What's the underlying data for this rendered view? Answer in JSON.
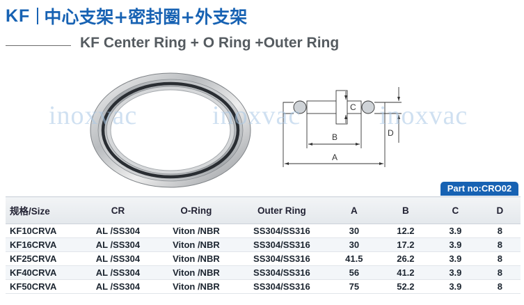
{
  "header": {
    "prefix": "KF",
    "title_cn": "中心支架+密封圈+外支架",
    "subtitle": "KF Center Ring + O Ring +Outer Ring"
  },
  "watermark": {
    "text": "inoxvac"
  },
  "drawing": {
    "label_a": "A",
    "label_b": "B",
    "label_c": "C",
    "label_d": "D"
  },
  "part_no": "Part no:CRO02",
  "table": {
    "headers": {
      "size": "规格/Size",
      "cr": "CR",
      "oring": "O-Ring",
      "outer": "Outer Ring",
      "a": "A",
      "b": "B",
      "c": "C",
      "d": "D"
    },
    "rows": [
      {
        "size": "KF10CRVA",
        "cr": "AL /SS304",
        "oring": "Viton /NBR",
        "outer": "SS304/SS316",
        "a": "30",
        "b": "12.2",
        "c": "3.9",
        "d": "8"
      },
      {
        "size": "KF16CRVA",
        "cr": "AL /SS304",
        "oring": "Viton /NBR",
        "outer": "SS304/SS316",
        "a": "30",
        "b": "17.2",
        "c": "3.9",
        "d": "8"
      },
      {
        "size": "KF25CRVA",
        "cr": "AL /SS304",
        "oring": "Viton /NBR",
        "outer": "SS304/SS316",
        "a": "41.5",
        "b": "26.2",
        "c": "3.9",
        "d": "8"
      },
      {
        "size": "KF40CRVA",
        "cr": "AL /SS304",
        "oring": "Viton /NBR",
        "outer": "SS304/SS316",
        "a": "56",
        "b": "41.2",
        "c": "3.9",
        "d": "8"
      },
      {
        "size": "KF50CRVA",
        "cr": "AL /SS304",
        "oring": "Viton /NBR",
        "outer": "SS304/SS316",
        "a": "75",
        "b": "52.2",
        "c": "3.9",
        "d": "8"
      }
    ]
  }
}
